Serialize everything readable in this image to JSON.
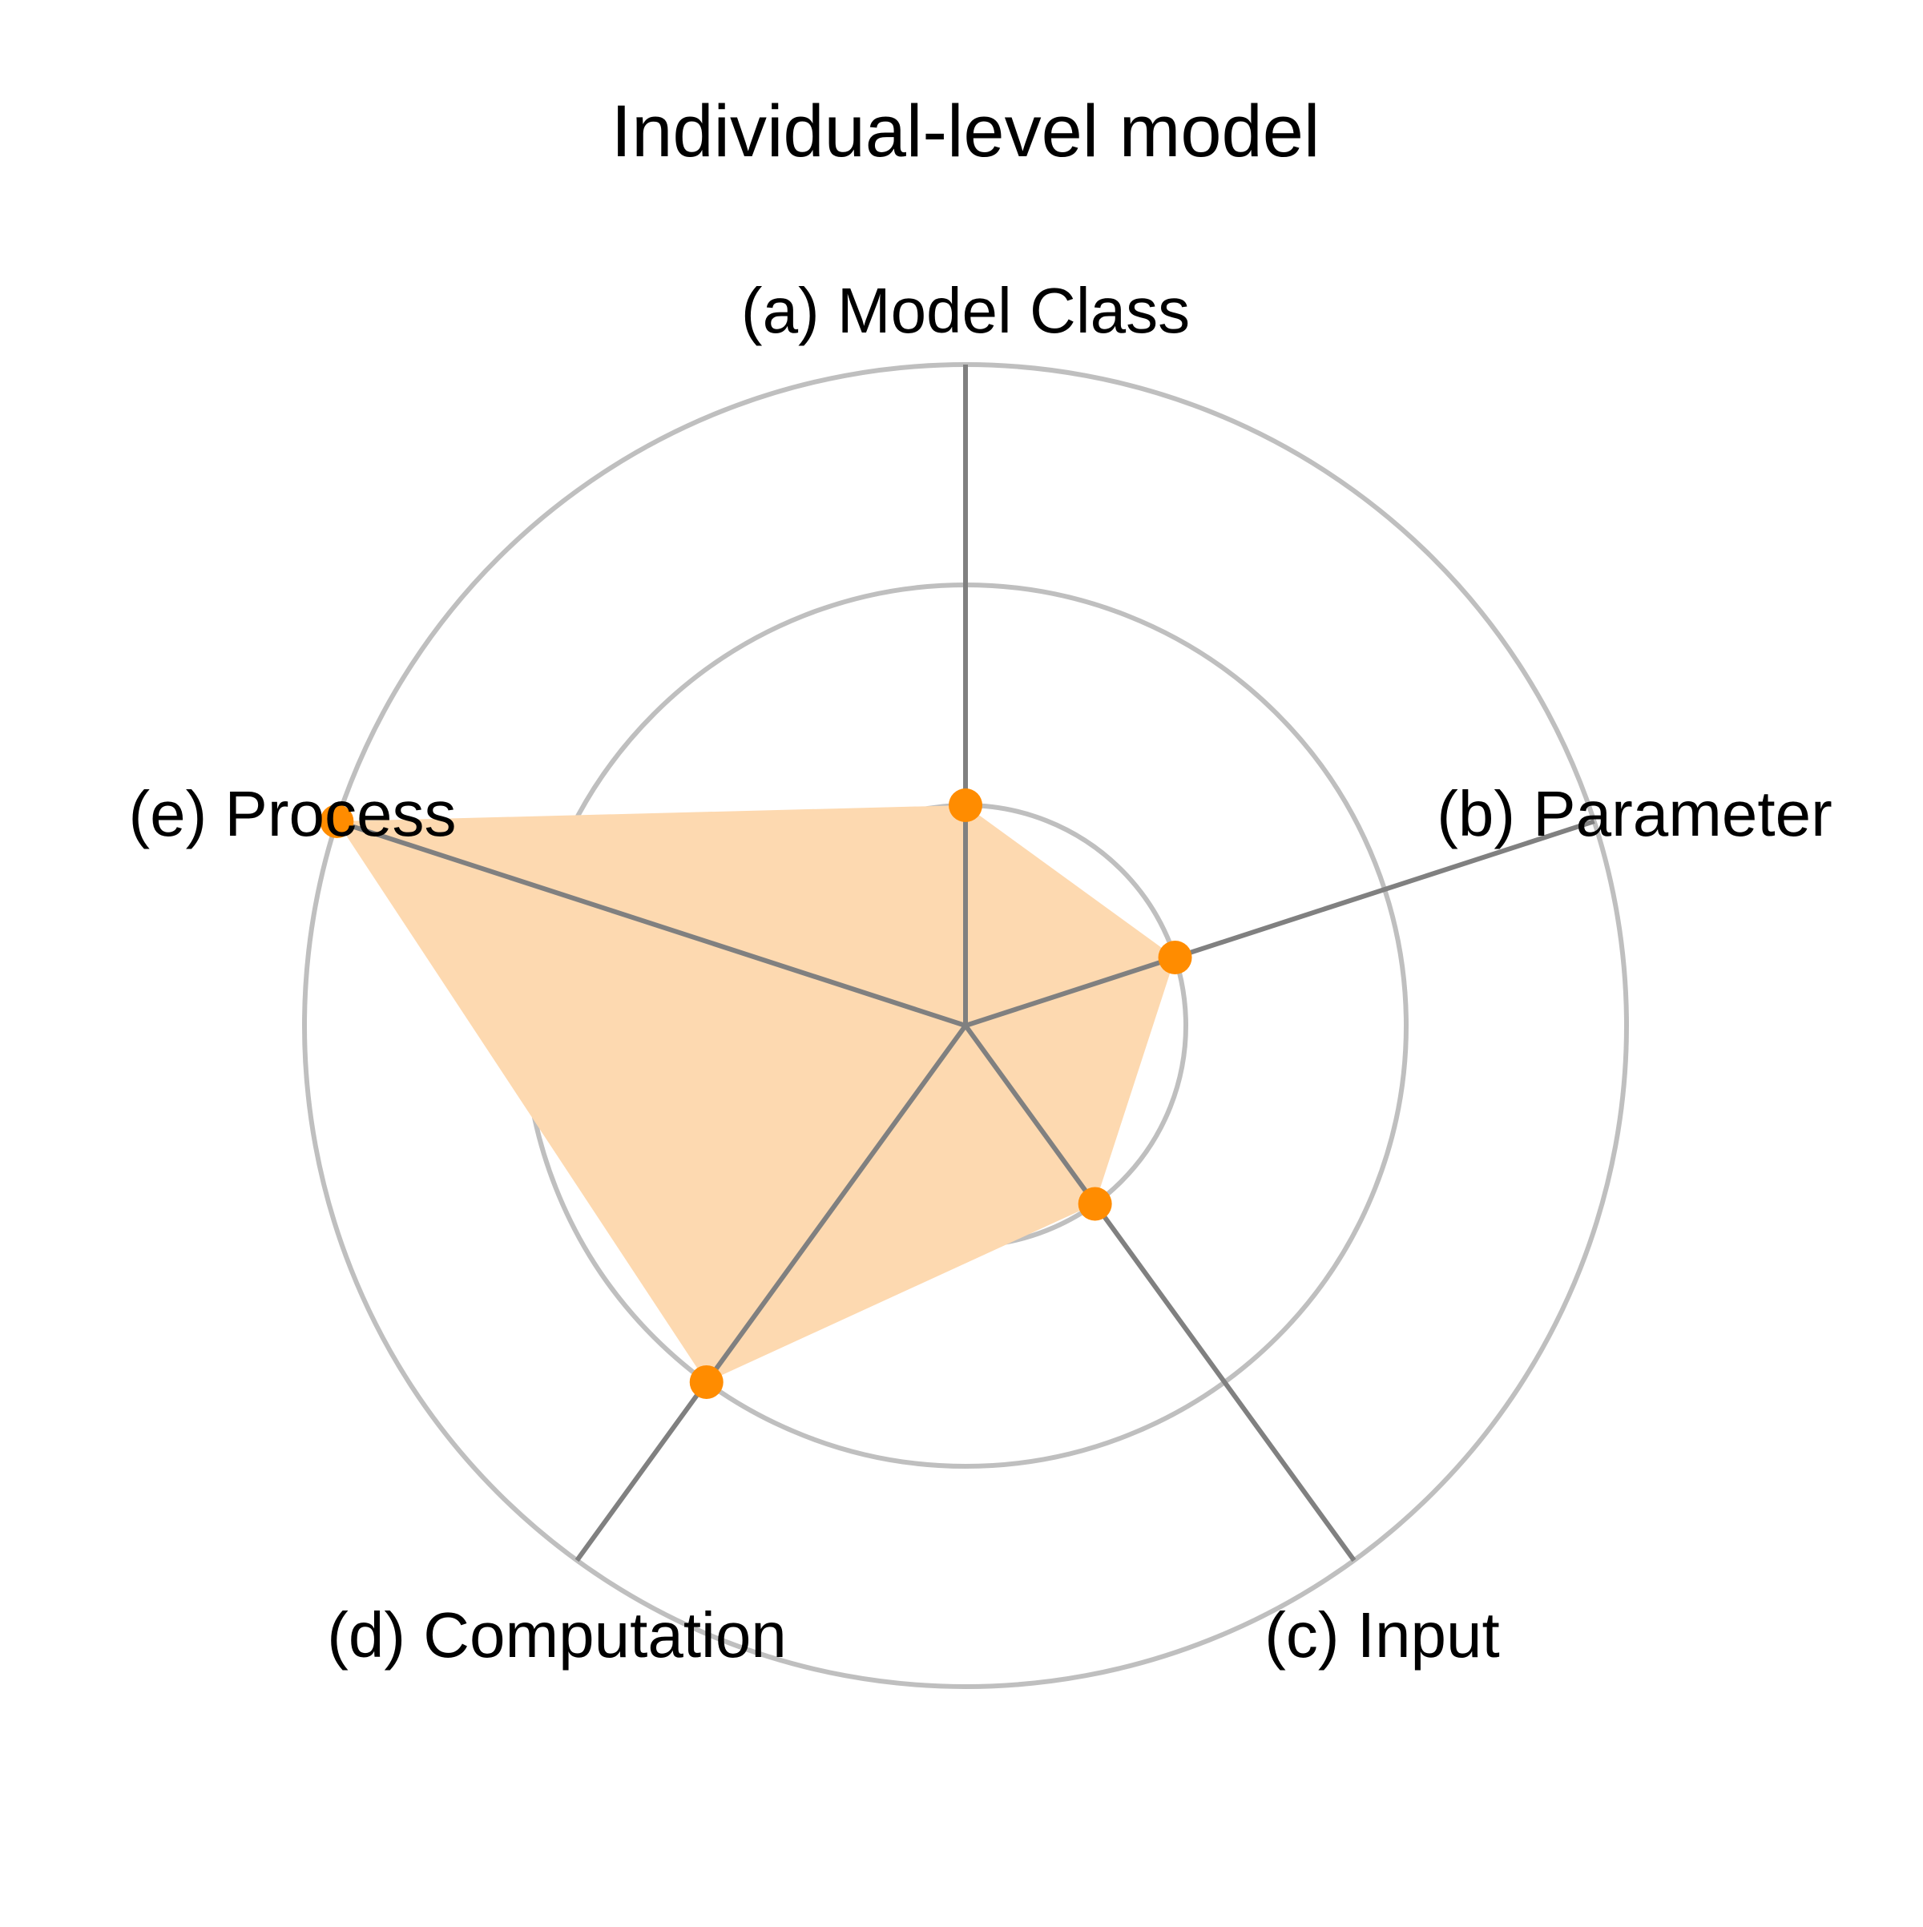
{
  "chart_data": {
    "type": "radar",
    "title": "Individual-level model",
    "axes": [
      "(a) Model Class",
      "(b) Parameter",
      "(c) Input",
      "(d) Computation",
      "(e) Process"
    ],
    "series": [
      {
        "values": [
          1,
          1,
          1,
          2,
          3
        ]
      }
    ],
    "rlim": [
      0,
      3
    ],
    "rings": [
      1,
      2,
      3
    ],
    "grid": true,
    "colors": {
      "fill": "#fdd9b0",
      "marker": "#ff8c00",
      "ring": "#bfbfbf",
      "spoke": "#808080"
    }
  }
}
